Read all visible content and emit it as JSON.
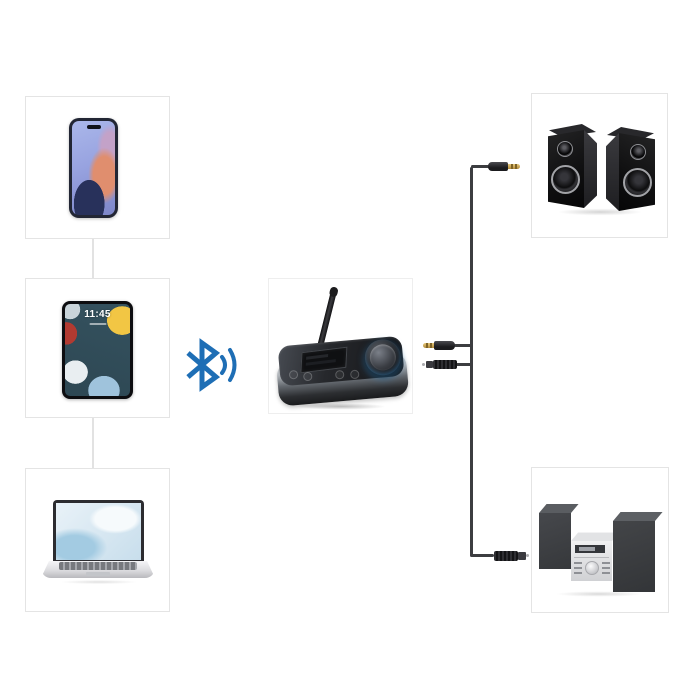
{
  "scene": {
    "background": "#ffffff"
  },
  "colors": {
    "box_border": "#e4e4e4",
    "bluetooth_blue": "#1e6eb5",
    "cable": "#3c3d40",
    "gold_tip": "#c9a752",
    "knob_glow": "#46aaf0"
  },
  "sources": {
    "phone": {
      "icon": "smartphone-icon"
    },
    "tablet": {
      "icon": "tablet-icon",
      "clock": "11:45"
    },
    "laptop": {
      "icon": "laptop-icon"
    }
  },
  "bluetooth": {
    "icon": "bluetooth-signal-icon"
  },
  "transmitter": {
    "icon": "bluetooth-transmitter-icon"
  },
  "outputs": {
    "speakers": {
      "icon": "bookshelf-speakers-icon"
    },
    "stereo": {
      "icon": "stereo-system-icon"
    }
  },
  "connectors": {
    "speakers_end": "aux-3.5mm-jack",
    "transmitter_aux_end": "aux-3.5mm-jack",
    "transmitter_optical_end": "toslink-optical-plug",
    "stereo_end": "toslink-optical-plug"
  }
}
